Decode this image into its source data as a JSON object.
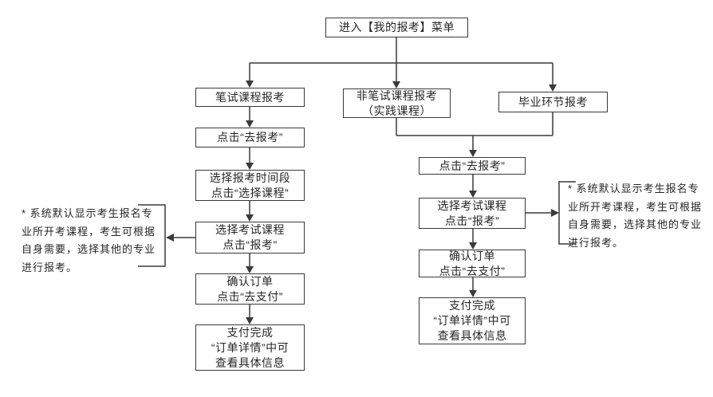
{
  "colors": {
    "background": "#ffffff",
    "line": "#3a3a3a",
    "text": "#262626"
  },
  "flow": {
    "start": "进入【我的报考】菜单",
    "branch_written": {
      "title": "笔试课程报考",
      "steps": [
        "点击“去报考”",
        "选择报考时间段\n点击“选择课程”",
        "选择考试课程\n点击“报考”",
        "确认订单\n点击“去支付”",
        "支付完成\n“订单详情”中可\n查看具体信息"
      ]
    },
    "branch_nonwritten": {
      "title": "非笔试课程报考\n（实践课程）"
    },
    "branch_graduation": {
      "title": "毕业环节报考"
    },
    "merged_steps": [
      "点击“去报考”",
      "选择考试课程\n点击“报考”",
      "确认订单\n点击“去支付”",
      "支付完成\n“订单详情”中可\n查看具体信息"
    ],
    "notes": {
      "left": "* 系统默认显示考生报名专\n业所开考课程，考生可根据\n自身需要，选择其他的专业\n进行报考。",
      "right": "* 系统默认显示考生报名专\n业所开考课程，考生可根据\n自身需要，选择其他的专业\n进行报考。"
    }
  }
}
